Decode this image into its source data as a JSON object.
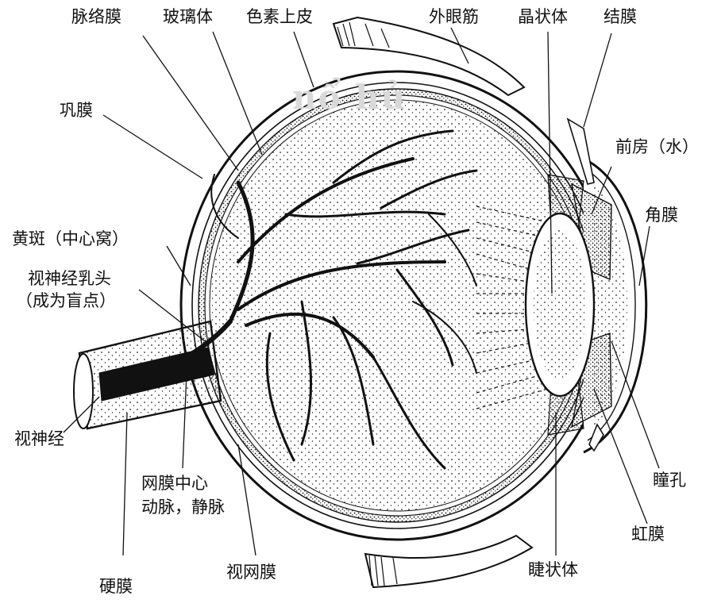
{
  "diagram": {
    "watermark": "nổ hủ",
    "labels": {
      "choroid": "脉络膜",
      "vitreous": "玻璃体",
      "pigment_epithelium": "色素上皮",
      "extraocular_muscle": "外眼筋",
      "lens": "晶状体",
      "conjunctiva": "结膜",
      "sclera": "巩膜",
      "anterior_chamber": "前房（水）",
      "cornea": "角膜",
      "macula": "黄斑（中心窝）",
      "optic_disc_line1": "视神经乳头",
      "optic_disc_line2": "（成为盲点）",
      "optic_nerve": "视神经",
      "central_vessels_line1": "网膜中心",
      "central_vessels_line2": "动脉，静脉",
      "dura": "硬膜",
      "retina": "视网膜",
      "ciliary_body": "睫状体",
      "iris": "虹膜",
      "pupil": "瞳孔"
    }
  }
}
